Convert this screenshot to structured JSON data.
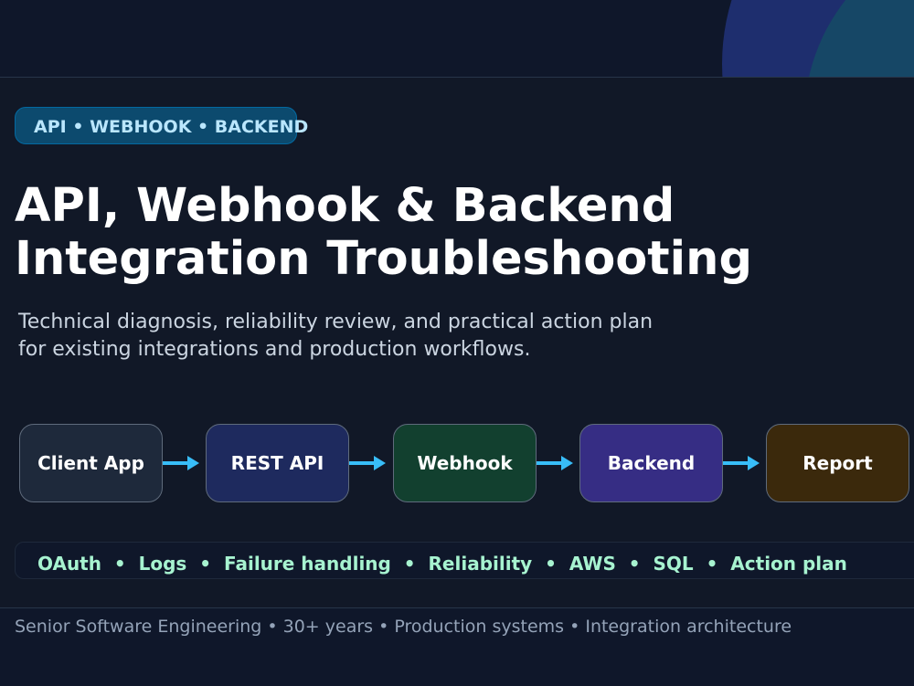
{
  "tag": "API • WEBHOOK • BACKEND",
  "title": {
    "line1": "API, Webhook & Backend",
    "line2": "Integration Troubleshooting"
  },
  "subtitle": {
    "line1": "Technical diagnosis, reliability review, and practical action plan",
    "line2": "for existing integrations and production workflows."
  },
  "flow": {
    "nodes": [
      {
        "label": "Client App",
        "color": "#1e293b"
      },
      {
        "label": "REST API",
        "color": "#1e2a5e"
      },
      {
        "label": "Webhook",
        "color": "#12402f"
      },
      {
        "label": "Backend",
        "color": "#362d84"
      },
      {
        "label": "Report",
        "color": "#3b290c"
      }
    ],
    "arrow_color": "#38bdf8"
  },
  "chips": [
    "OAuth",
    "Logs",
    "Failure handling",
    "Reliability",
    "AWS",
    "SQL",
    "Action plan"
  ],
  "chips_separator": "•",
  "footer": "Senior Software Engineering • 30+ years • Production systems • Integration architecture",
  "colors": {
    "background": "#0f172a",
    "card": "#111827",
    "tag_bg": "#0c4a6e",
    "tag_text": "#bae6fd",
    "chip_text": "#a7f3d0",
    "accent": "#38bdf8"
  }
}
